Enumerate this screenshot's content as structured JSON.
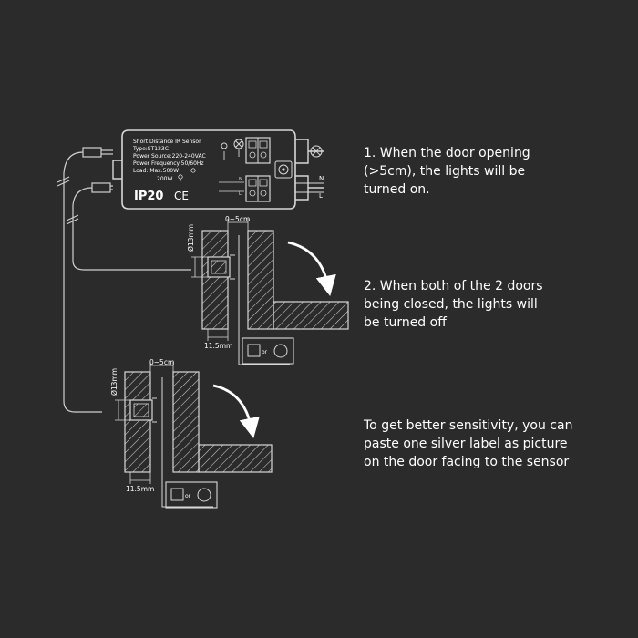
{
  "sensor": {
    "title": "Short Distance IR Sensor",
    "type": "Type:ST123C",
    "power_source": "Power Source:220-240VAC",
    "power_frequency": "Power Frequency:50/60Hz",
    "load": "Load: Max.500W",
    "load_alt": "200W",
    "ip_rating": "IP20",
    "ce_mark": "CE",
    "terminal_n": "N",
    "terminal_l": "L"
  },
  "dimensions": {
    "gap": "0~5cm",
    "diameter": "Ø13mm",
    "depth": "11.5mm"
  },
  "label_or": "or",
  "notes": [
    {
      "lines": [
        "1. When the door opening",
        "(>5cm), the lights will be",
        "turned on."
      ]
    },
    {
      "lines": [
        "2. When both of the 2 doors",
        "being closed, the lights will",
        "be turned off"
      ]
    },
    {
      "lines": [
        "To get better sensitivity, you can",
        "paste one silver label as picture",
        "on the door facing to the sensor"
      ]
    }
  ],
  "colors": {
    "background": "#2b2b2b",
    "line": "#d8d8d8",
    "text": "#ffffff"
  }
}
